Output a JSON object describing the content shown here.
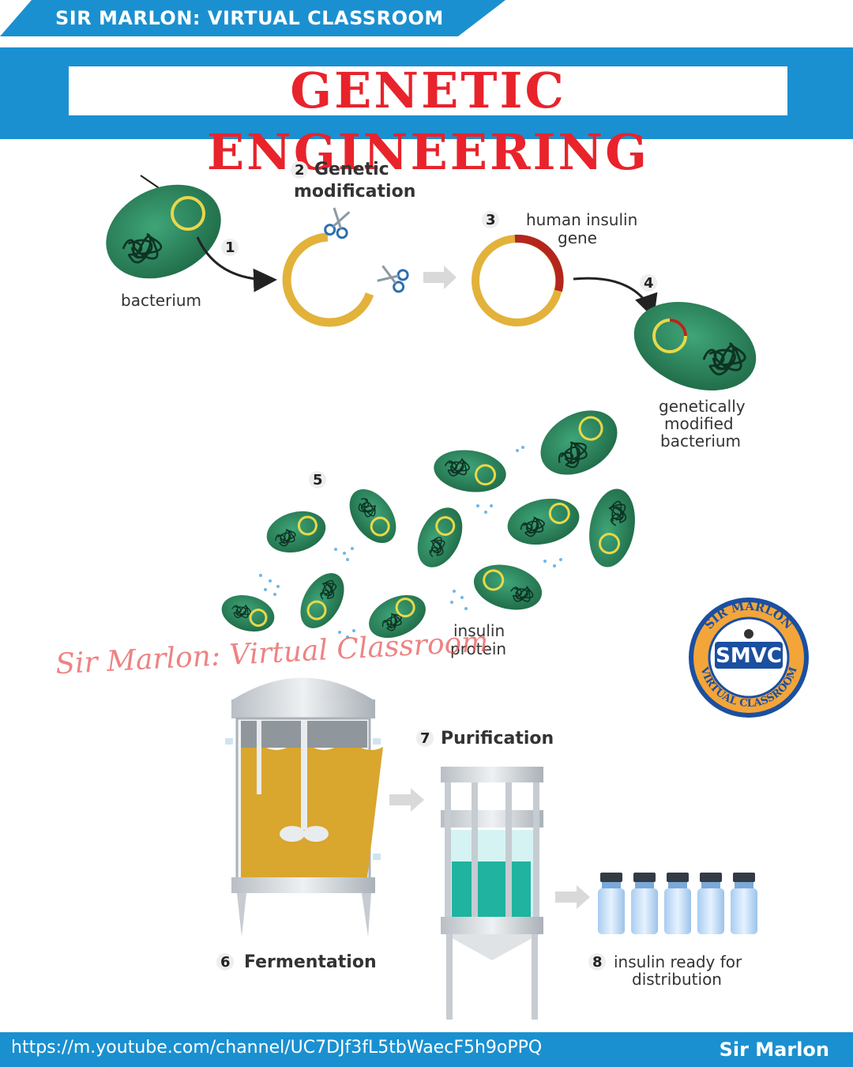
{
  "header": {
    "channel_tab": "SIR MARLON: VIRTUAL CLASSROOM",
    "title": "GENETIC ENGINEERING"
  },
  "diagram": {
    "step1_number": "1",
    "bacterium_label": "bacterium",
    "step2_number": "2",
    "step2_title_line1": "Genetic",
    "step2_title_line2": "modification",
    "step3_number": "3",
    "gene_label_line1": "human insulin",
    "gene_label_line2": "gene",
    "step4_number": "4",
    "gm_label_line1": "genetically",
    "gm_label_line2": "modified",
    "gm_label_line3": "bacterium",
    "step5_number": "5",
    "protein_label_line1": "insulin",
    "protein_label_line2": "protein",
    "step6_number": "6",
    "step6_label": "Fermentation",
    "step7_number": "7",
    "step7_label": "Purification",
    "step8_number": "8",
    "step8_label_line1": "insulin ready for",
    "step8_label_line2": "distribution"
  },
  "watermark": "Sir Marlon: Virtual Classroom",
  "logo": {
    "top_text": "SIR MARLON",
    "center_text": "SMVC",
    "bottom_text": "VIRTUAL CLASSROOM"
  },
  "footer": {
    "url": "https://m.youtube.com/channel/UC7DJf3fL5tbWaecF5h9oPPQ",
    "author": "Sir Marlon"
  },
  "colors": {
    "brand_blue": "#1b90d0",
    "title_red": "#e8232b",
    "bacterium_green": "#2a7a55",
    "plasmid_gold": "#e2b23a",
    "gene_red": "#b3261e",
    "liquid_amber": "#d9a62e",
    "column_teal": "#1fb3a0"
  },
  "icons": [
    "scissors-icon",
    "arrow-icon",
    "plasmid-icon",
    "bacterium-icon",
    "vial-icon",
    "logo-badge"
  ]
}
